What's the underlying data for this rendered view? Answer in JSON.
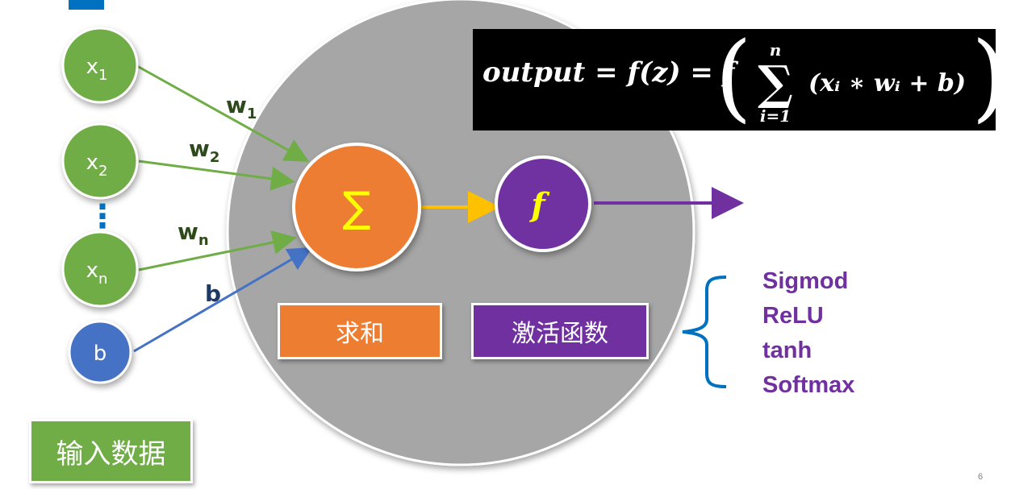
{
  "slide": {
    "page_number": "6"
  },
  "inputs": {
    "x1": {
      "base": "x",
      "sub": "1"
    },
    "x2": {
      "base": "x",
      "sub": "2"
    },
    "dots": "⋮",
    "xn": {
      "base": "x",
      "sub": "n"
    },
    "b": "b"
  },
  "weights": {
    "w1": {
      "base": "w",
      "sub": "1"
    },
    "w2": {
      "base": "w",
      "sub": "2"
    },
    "wn": {
      "base": "w",
      "sub": "n"
    },
    "b": "b"
  },
  "neuron": {
    "sum_symbol": "∑",
    "activation_symbol": "f",
    "sum_label": "求和",
    "activation_label": "激活函数"
  },
  "input_label": "输入数据",
  "formula": {
    "lhs": "output = f(z) = f",
    "sigma_top": "n",
    "sigma_symbol": "∑",
    "sigma_bottom": "i=1",
    "body": "(xᵢ ∗ wᵢ + b)",
    "paren_left": "(",
    "paren_right": ")"
  },
  "activation_functions": [
    "Sigmod",
    "ReLU",
    "tanh",
    "Softmax"
  ],
  "colors": {
    "neuron": "#a6a6a6",
    "input_nodes": "#70ad47",
    "bias_node": "#4472c4",
    "sum": "#ed7d31",
    "activation": "#7030a0",
    "sum_arrow": "#ffc000",
    "input_arrows": "#70ad47",
    "bias_arrow": "#4472c4",
    "brace": "#0070c0"
  }
}
